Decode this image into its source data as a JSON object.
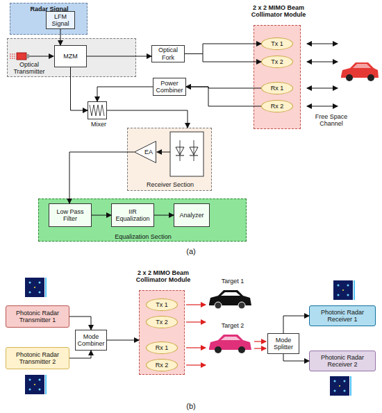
{
  "diagram": {
    "nodes": [
      {
        "text": [
          "Radar Signal"
        ]
      },
      {
        "text": [
          "LFM Signal"
        ],
        "in": 0
      },
      {
        "text": [
          "Optical Transmitter"
        ]
      },
      {
        "text": [
          "MZM"
        ],
        "in": 2
      },
      {
        "text": [
          "2 x 2 MIMO Beam Collimator Module"
        ]
      },
      {
        "text": [
          "Tx 1"
        ],
        "in": 4
      },
      {
        "text": [
          "Tx 2"
        ],
        "in": 4
      },
      {
        "text": [
          "Rx 1"
        ],
        "in": 4
      },
      {
        "text": [
          "Rx 2"
        ],
        "in": 4
      },
      {
        "text": [
          "Optical Fork"
        ]
      },
      {
        "text": [
          "Power Combiner"
        ]
      },
      {
        "text": [
          "Mixer"
        ]
      },
      {
        "text": [
          "Receiver Section"
        ]
      },
      {
        "text": [
          "EA"
        ],
        "in": 12
      },
      {
        "text": [
          "Equalization Section"
        ]
      },
      {
        "text": [
          "Low Pass Filter"
        ],
        "in": 14
      },
      {
        "text": [
          "IIR Equalization"
        ],
        "in": 14
      },
      {
        "text": [
          "Analyzer"
        ],
        "in": 14
      },
      {
        "text": [
          "2 x 2 MIMO Beam Collimator Module"
        ]
      },
      {
        "text": [
          "Tx 1"
        ],
        "in": 18
      },
      {
        "text": [
          "Tx 2"
        ],
        "in": 18
      },
      {
        "text": [
          "Rx 1"
        ],
        "in": 18
      },
      {
        "text": [
          "Rx 2"
        ],
        "in": 18
      },
      {
        "text": [
          "Photonic Radar Transmitter 1"
        ]
      },
      {
        "text": [
          "Photonic Radar Transmitter 2"
        ]
      },
      {
        "text": [
          "Mode Combiner"
        ]
      },
      {
        "text": [
          "Mode Splitter"
        ]
      },
      {
        "text": [
          "Photonic Radar Receiver 1"
        ]
      },
      {
        "text": [
          "Photonic Radar Receiver 2"
        ]
      }
    ],
    "edges": [
      {
        "from": 1,
        "to": 3,
        "arrow": "to"
      },
      {
        "from": 3,
        "to": 9,
        "arrow": "to"
      },
      {
        "from": 9,
        "to": 5,
        "arrow": "to"
      },
      {
        "from": 9,
        "to": 6,
        "arrow": "to"
      },
      {
        "from": 7,
        "to": 10,
        "arrow": "to"
      },
      {
        "from": 8,
        "to": 10,
        "arrow": "to"
      },
      {
        "from": 10,
        "to": 11,
        "arrow": "to"
      },
      {
        "from": 3,
        "to": 11,
        "arrow": "to"
      },
      {
        "from": 11,
        "to": 12,
        "arrow": "to"
      },
      {
        "from": 13,
        "to": 15,
        "arrow": "to"
      },
      {
        "from": 15,
        "to": 16,
        "arrow": "to"
      },
      {
        "from": 16,
        "to": 17,
        "arrow": "to"
      },
      {
        "from": 23,
        "to": 25,
        "arrow": "to"
      },
      {
        "from": 24,
        "to": 25,
        "arrow": "to"
      },
      {
        "from": 25,
        "to": 18,
        "arrow": "to"
      },
      {
        "from": 26,
        "to": 27,
        "arrow": "to"
      },
      {
        "from": 26,
        "to": 28,
        "arrow": "to"
      }
    ],
    "labels": [
      "Free Space Channel",
      "(a)",
      "Target 1",
      "Target 2",
      "(b)"
    ]
  }
}
